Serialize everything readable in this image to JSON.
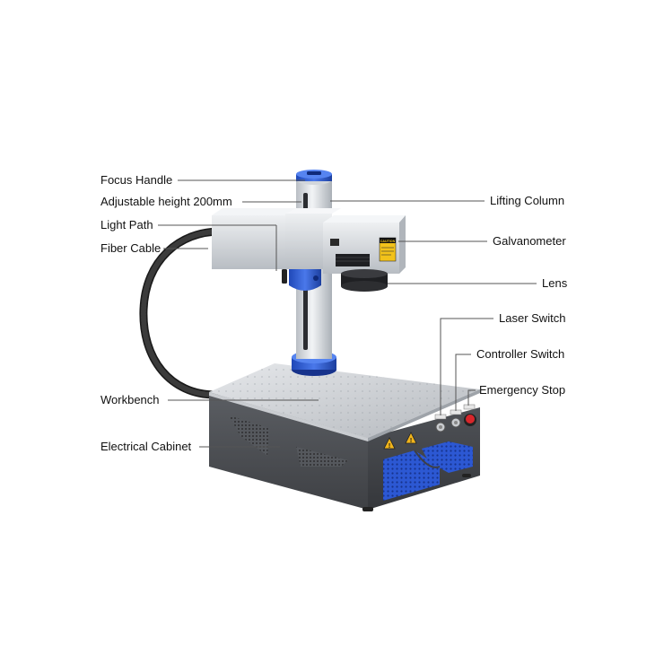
{
  "labels": {
    "focus_handle": "Focus Handle",
    "adjustable_height": "Adjustable height 200mm",
    "light_path": "Light Path",
    "fiber_cable": "Fiber Cable",
    "workbench": "Workbench",
    "electrical_cabinet": "Electrical Cabinet",
    "lifting_column": "Lifting Column",
    "galvanometer": "Galvanometer",
    "lens": "Lens",
    "laser_switch": "Laser Switch",
    "controller_switch": "Controller Switch",
    "emergency_stop": "Emergency Stop"
  },
  "device": {
    "caution_text": "CAUTION",
    "warning_glyph": "!"
  },
  "colors": {
    "accent_blue": "#2a5bd7",
    "cabinet_gray": "#4a4d52",
    "aluminum": "#d9dde2",
    "stop_red": "#d8262b"
  }
}
